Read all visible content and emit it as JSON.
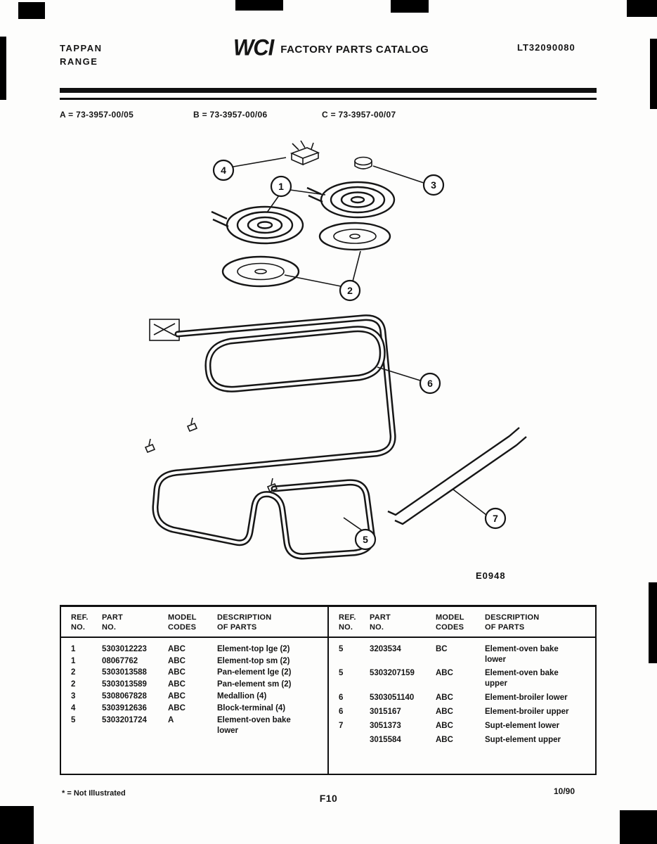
{
  "header": {
    "brand_line1": "TAPPAN",
    "brand_line2": "RANGE",
    "logo": "WCI",
    "catalog_title": "FACTORY PARTS CATALOG",
    "doc_number": "LT32090080"
  },
  "models": {
    "a": "A = 73-3957-00/05",
    "b": "B = 73-3957-00/06",
    "c": "C = 73-3957-00/07"
  },
  "diagram": {
    "callouts": [
      "1",
      "2",
      "3",
      "4",
      "5",
      "6",
      "7"
    ],
    "figure_code": "E0948"
  },
  "table": {
    "header": {
      "ref": [
        "REF.",
        "NO."
      ],
      "part": [
        "PART",
        "NO."
      ],
      "model": [
        "MODEL",
        "CODES"
      ],
      "desc": [
        "DESCRIPTION",
        "OF PARTS"
      ]
    },
    "left_rows": [
      {
        "ref": "1",
        "part": "5303012223",
        "codes": "ABC",
        "desc": "Element-top lge (2)"
      },
      {
        "ref": "1",
        "part": "08067762",
        "codes": "ABC",
        "desc": "Element-top sm (2)"
      },
      {
        "ref": "2",
        "part": "5303013588",
        "codes": "ABC",
        "desc": "Pan-element lge (2)"
      },
      {
        "ref": "2",
        "part": "5303013589",
        "codes": "ABC",
        "desc": "Pan-element sm (2)"
      },
      {
        "ref": "3",
        "part": "5308067828",
        "codes": "ABC",
        "desc": "Medallion (4)"
      },
      {
        "ref": "4",
        "part": "5303912636",
        "codes": "ABC",
        "desc": "Block-terminal (4)"
      },
      {
        "ref": "5",
        "part": "5303201724",
        "codes": "A",
        "desc": "Element-oven bake lower"
      }
    ],
    "right_rows": [
      {
        "ref": "5",
        "part": "3203534",
        "codes": "BC",
        "desc": "Element-oven bake lower"
      },
      {
        "ref": "5",
        "part": "5303207159",
        "codes": "ABC",
        "desc": "Element-oven bake upper"
      },
      {
        "ref": "6",
        "part": "5303051140",
        "codes": "ABC",
        "desc": "Element-broiler lower"
      },
      {
        "ref": "6",
        "part": "3015167",
        "codes": "ABC",
        "desc": "Element-broiler upper"
      },
      {
        "ref": "7",
        "part": "3051373",
        "codes": "ABC",
        "desc": "Supt-element lower"
      },
      {
        "ref": "",
        "part": "3015584",
        "codes": "ABC",
        "desc": "Supt-element upper"
      }
    ]
  },
  "footer": {
    "note": "* = Not Illustrated",
    "page": "F10",
    "date": "10/90"
  }
}
